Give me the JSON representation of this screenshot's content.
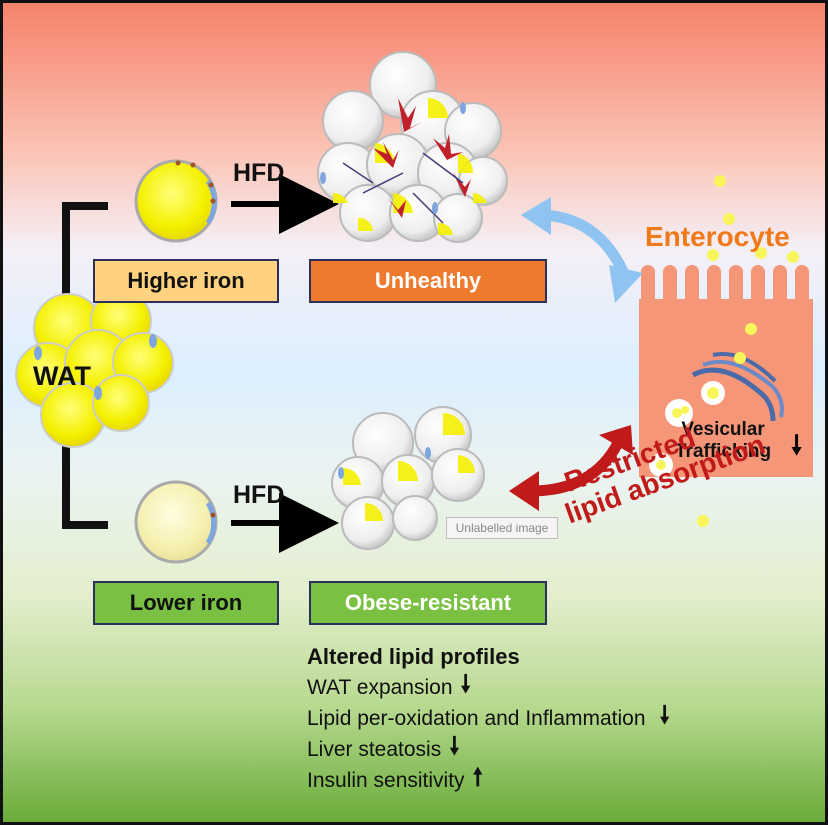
{
  "labels": {
    "wat": "WAT",
    "hfd_top": "HFD",
    "hfd_bottom": "HFD",
    "higher_iron": "Higher iron",
    "unhealthy": "Unhealthy",
    "lower_iron": "Lower iron",
    "obese_resistant": "Obese-resistant",
    "enterocyte": "Enterocyte",
    "vesicular_line1": "Vesicular",
    "vesicular_line2": "Trafficking",
    "restricted_line1": "Restricted",
    "restricted_line2": "lipid absorption",
    "placeholder": "Unlabelled image"
  },
  "outcomes": {
    "title": "Altered lipid profiles",
    "items": [
      {
        "text": "WAT expansion",
        "direction": "down"
      },
      {
        "text": "Lipid per-oxidation and Inflammation",
        "direction": "down"
      },
      {
        "text": "Liver steatosis",
        "direction": "down"
      },
      {
        "text": "Insulin sensitivity",
        "direction": "up"
      }
    ]
  },
  "colors": {
    "higher_iron_box": "#ffd27f",
    "unhealthy_box": "#ee7a2d",
    "lower_iron_box": "#7ac143",
    "obese_resistant_box": "#7ac143",
    "enterocyte_cell": "#f69679",
    "enterocyte_text": "#f07a1a",
    "restricted_text": "#c11a1a",
    "blue_arrow": "#8fc3f2",
    "red_arrow": "#c11a1a",
    "lipid": "#f7f55a"
  },
  "symbols": {
    "down_arrow": "🠗",
    "up_arrow": "🠕"
  }
}
